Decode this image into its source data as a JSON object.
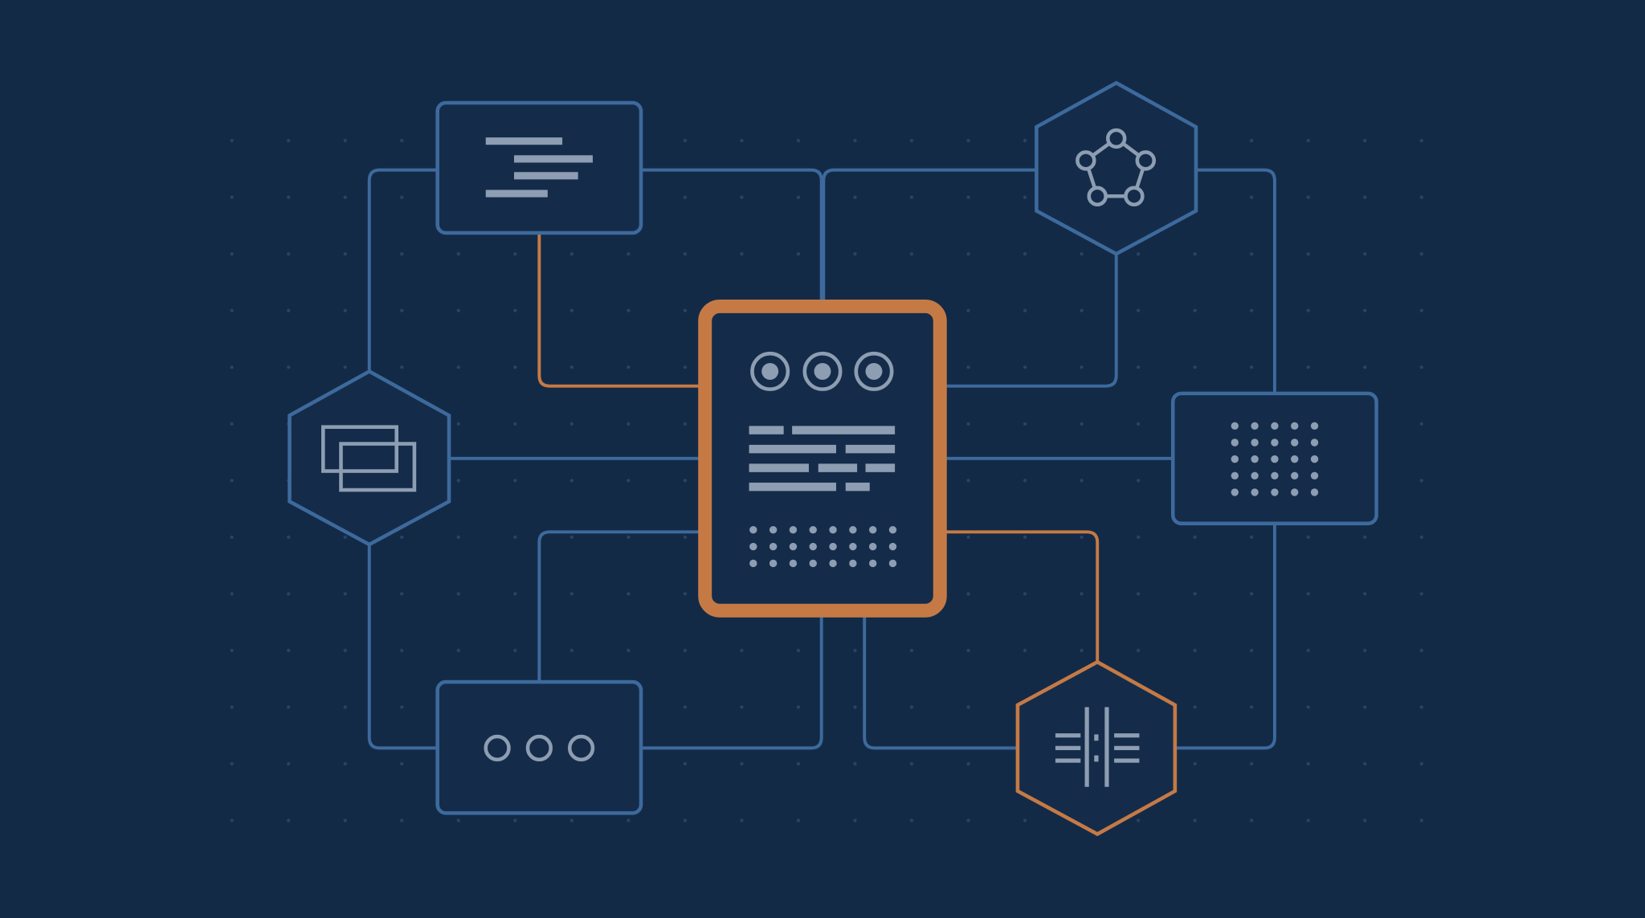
{
  "colors": {
    "background": "#132a47",
    "connector_blue": "#3d6a9c",
    "accent_orange": "#c57a45",
    "icon_grey": "#8d9db2"
  },
  "nodes": [
    {
      "id": "central-document",
      "shape": "rounded-rectangle",
      "highlight": true,
      "icon": "document-panel-icon"
    },
    {
      "id": "text-lines",
      "shape": "rectangle",
      "highlight": false,
      "icon": "text-lines-icon"
    },
    {
      "id": "network",
      "shape": "hexagon",
      "highlight": false,
      "icon": "network-graph-icon"
    },
    {
      "id": "layers",
      "shape": "hexagon",
      "highlight": false,
      "icon": "stacked-windows-icon"
    },
    {
      "id": "dot-grid",
      "shape": "rectangle",
      "highlight": false,
      "icon": "dot-grid-icon"
    },
    {
      "id": "three-circles",
      "shape": "rectangle",
      "highlight": false,
      "icon": "three-circles-icon"
    },
    {
      "id": "grid-lines",
      "shape": "hexagon",
      "highlight": true,
      "icon": "grid-lines-icon"
    }
  ]
}
